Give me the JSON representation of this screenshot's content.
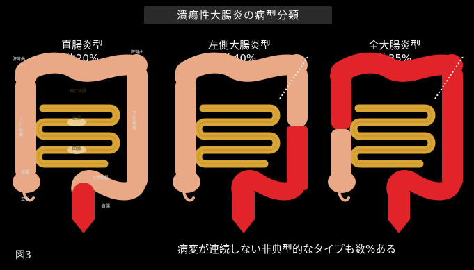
{
  "title": "潰瘍性大腸炎の病型分類",
  "panels": [
    {
      "name": "直腸炎型",
      "percent": "約20%"
    },
    {
      "name": "左側大腸炎型",
      "percent": "約40%"
    },
    {
      "name": "全大腸炎型",
      "percent": "約35%"
    }
  ],
  "anatomy_labels": {
    "hepatic_flexure": "肝彎曲",
    "splenic_flexure": "脾彎曲",
    "transverse_colon": "横行結腸",
    "ascending_colon": "上行結腸",
    "descending_colon": "下行結腸",
    "jejunum": "空腸",
    "ileum": "回腸",
    "cecum": "盲腸",
    "appendix": "虫垂",
    "sigmoid_colon": "S状結腸",
    "rectum": "直腸"
  },
  "footer_note": "病変が連続しない非典型的なタイプも数%ある",
  "figure_label": "図3",
  "colors": {
    "healthy_colon": "#e9a886",
    "inflamed": "#e0242a",
    "small_intestine": "#d9a536",
    "background": "#000000"
  }
}
